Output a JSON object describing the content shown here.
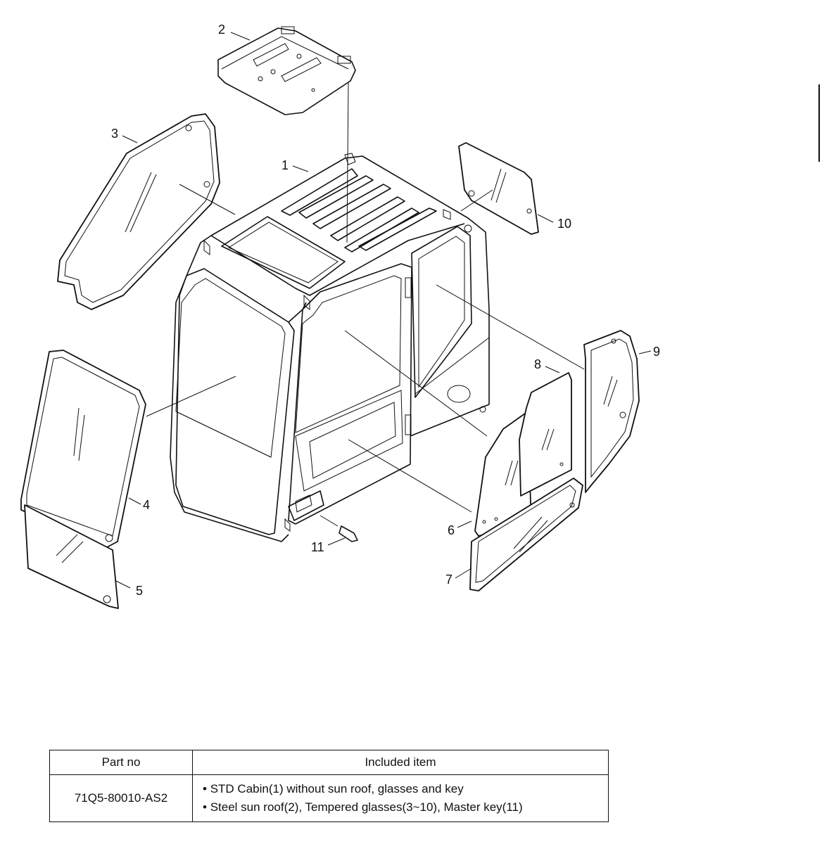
{
  "diagram": {
    "callouts": [
      "1",
      "2",
      "3",
      "4",
      "5",
      "6",
      "7",
      "8",
      "9",
      "10",
      "11"
    ]
  },
  "table": {
    "header_part_no": "Part no",
    "header_included": "Included item",
    "part_no": "71Q5-80010-AS2",
    "items": [
      "STD Cabin(1) without sun roof, glasses and key",
      "Steel sun roof(2), Tempered glasses(3~10), Master key(11)"
    ]
  }
}
